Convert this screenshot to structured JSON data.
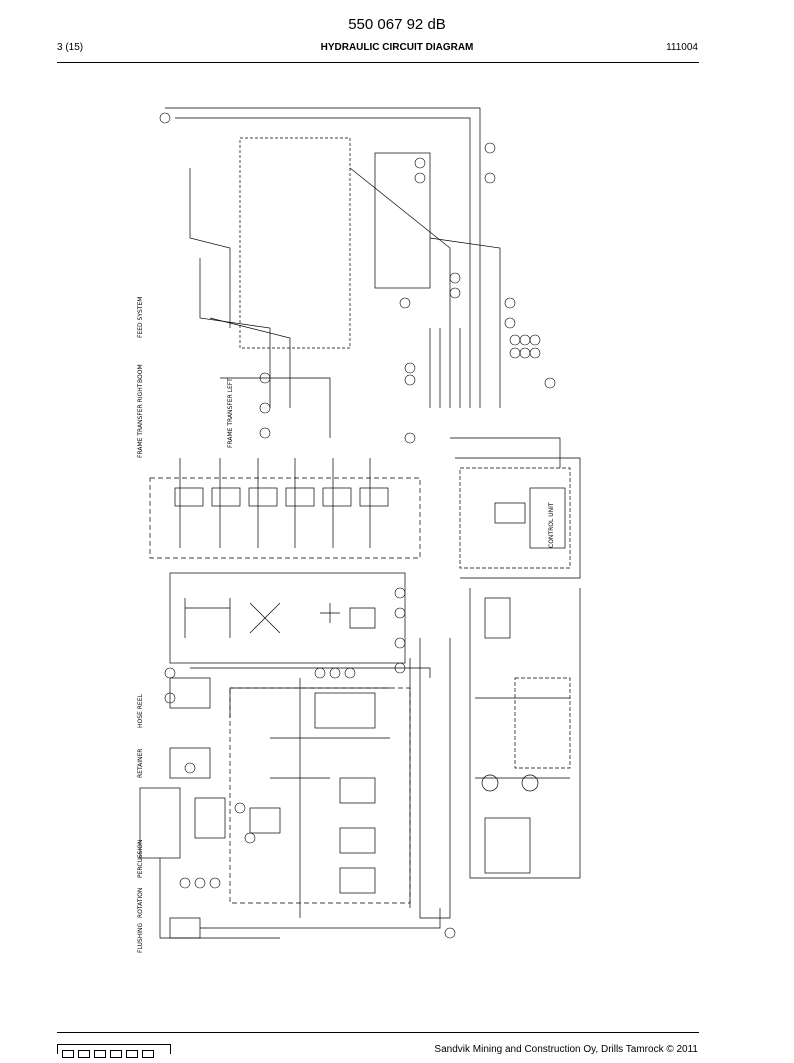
{
  "header": {
    "doc_number": "550 067 92 dB",
    "page": "3 (15)",
    "title": "HYDRAULIC CIRCUIT DIAGRAM",
    "date": "111004"
  },
  "diagram": {
    "labels": {
      "feed_system": "FEED SYSTEM",
      "frame_transfer_right": "FRAME TRANSFER RIGHT",
      "frame_transfer_left": "FRAME TRANSFER LEFT",
      "control_unit": "CONTROL UNIT",
      "boom": "BOOM",
      "percussion": "PERCUSSION",
      "rotation": "ROTATION",
      "flushing": "FLUSHING",
      "retainer": "RETAINER",
      "hose_reel": "HOSE REEL"
    }
  },
  "footer": {
    "copyright": "Sandvik Mining and Construction Oy, Drills Tamrock © 2011"
  }
}
